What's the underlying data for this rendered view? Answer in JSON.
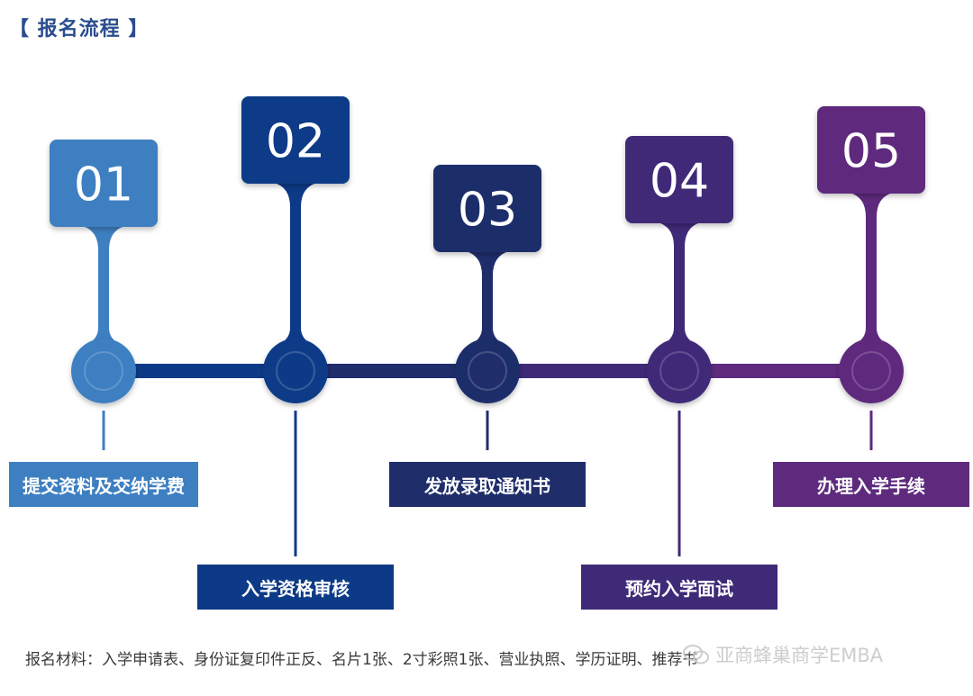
{
  "header": {
    "title": "【 报名流程 】"
  },
  "steps": [
    {
      "number": "01",
      "label": "提交资料及交纳学费",
      "color": "#3e7fc1"
    },
    {
      "number": "02",
      "label": "入学资格审核",
      "color": "#0c3a87"
    },
    {
      "number": "03",
      "label": "发放录取通知书",
      "color": "#1f2d6b"
    },
    {
      "number": "04",
      "label": "预约入学面试",
      "color": "#3f2a78"
    },
    {
      "number": "05",
      "label": "办理入学手续",
      "color": "#5e2a7e"
    }
  ],
  "footer": {
    "materials": "报名材料：入学申请表、身份证复印件正反、名片1张、2寸彩照1张、营业执照、学历证明、推荐书"
  },
  "watermark": {
    "text": "亚商蜂巢商学EMBA",
    "icon": "wechat-icon"
  }
}
